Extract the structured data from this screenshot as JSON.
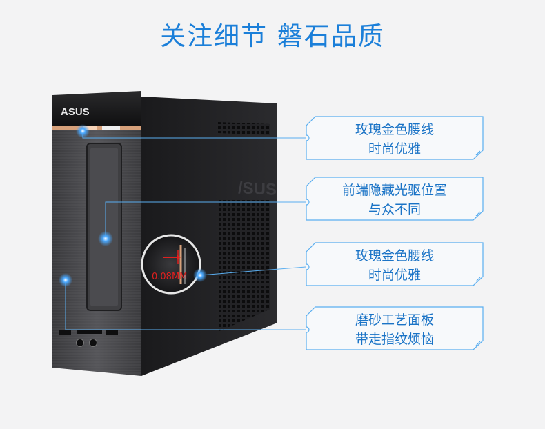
{
  "title": "关注细节 磐石品质",
  "brand": "ASUS",
  "zoom_label": "0.08MM",
  "callouts": [
    {
      "line1": "玫瑰金色腰线",
      "line2": "时尚优雅"
    },
    {
      "line1": "前端隐藏光驱位置",
      "line2": "与众不同"
    },
    {
      "line1": "玫瑰金色腰线",
      "line2": "时尚优雅"
    },
    {
      "line1": "磨砂工艺面板",
      "line2": "带走指纹烦恼"
    }
  ],
  "colors": {
    "accent": "#1b7fd9",
    "rose_gold": "#d6a07a",
    "warning": "#e0201f"
  }
}
